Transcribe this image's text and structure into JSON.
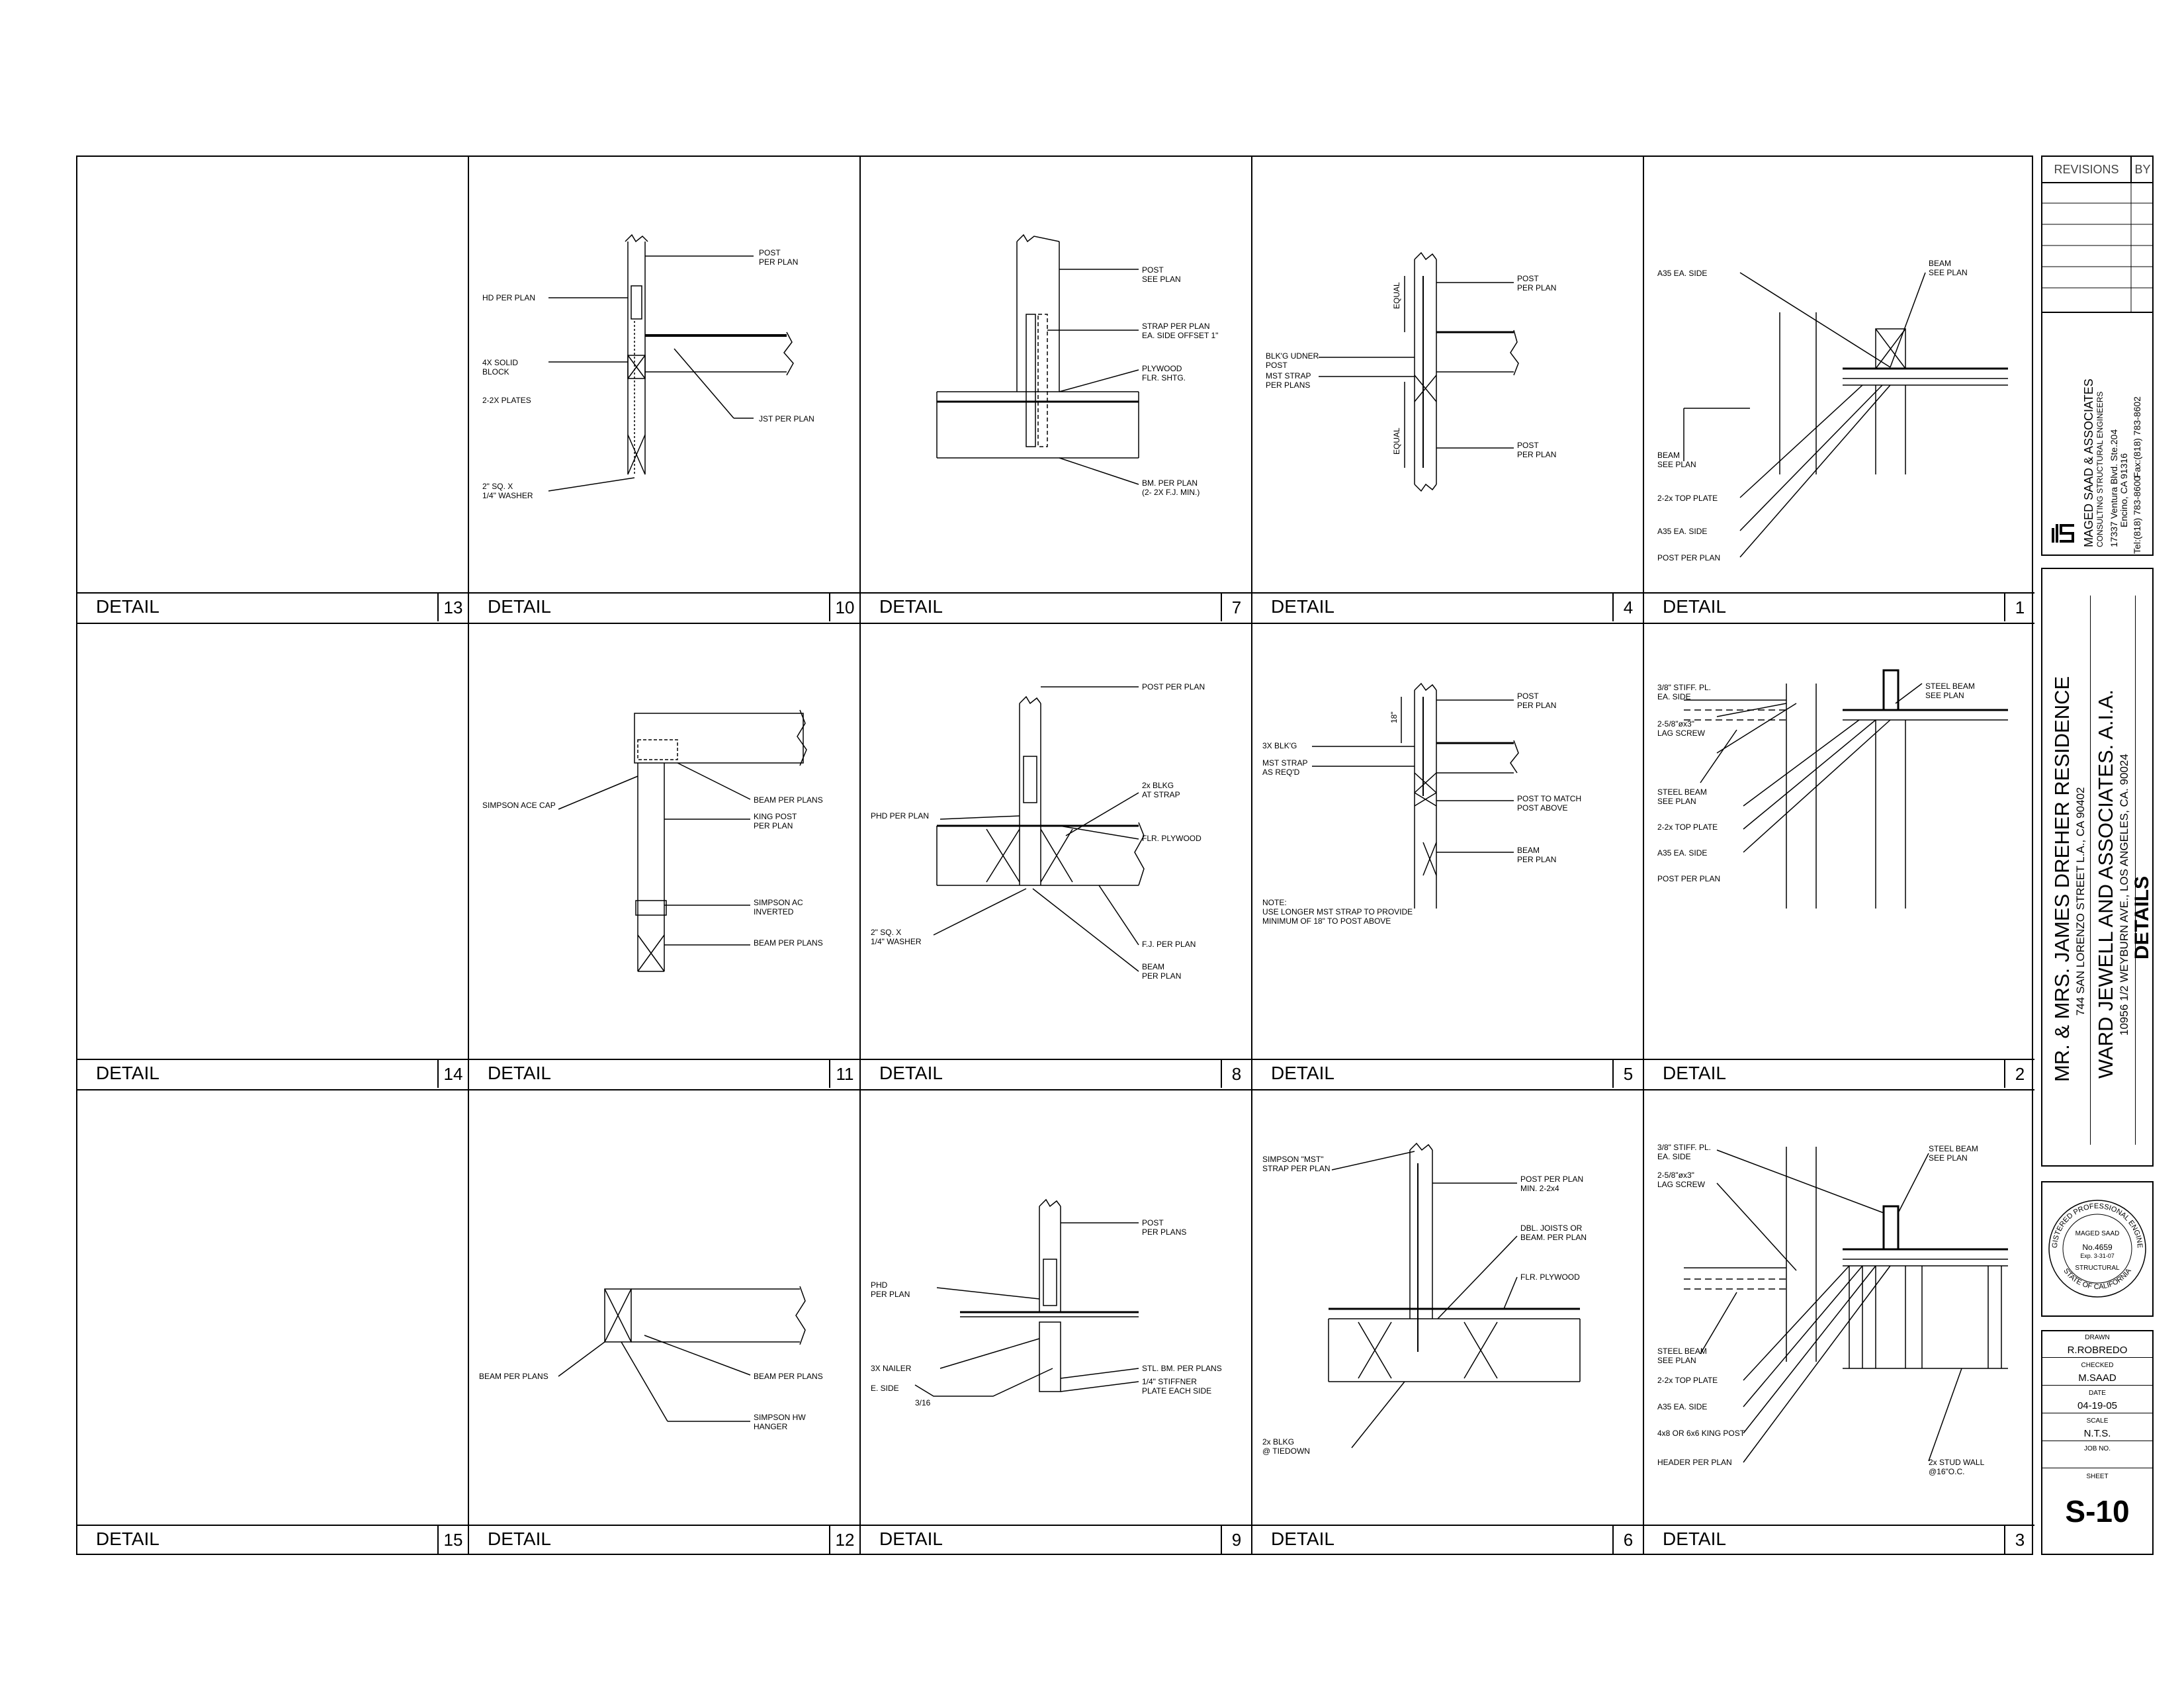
{
  "details": {
    "row1": [
      {
        "label": "DETAIL",
        "number": "13"
      },
      {
        "label": "DETAIL",
        "number": "10"
      },
      {
        "label": "DETAIL",
        "number": "7"
      },
      {
        "label": "DETAIL",
        "number": "4"
      },
      {
        "label": "DETAIL",
        "number": "1"
      }
    ],
    "row2": [
      {
        "label": "DETAIL",
        "number": "14"
      },
      {
        "label": "DETAIL",
        "number": "11"
      },
      {
        "label": "DETAIL",
        "number": "8"
      },
      {
        "label": "DETAIL",
        "number": "5"
      },
      {
        "label": "DETAIL",
        "number": "2"
      }
    ],
    "row3": [
      {
        "label": "DETAIL",
        "number": "15"
      },
      {
        "label": "DETAIL",
        "number": "12"
      },
      {
        "label": "DETAIL",
        "number": "9"
      },
      {
        "label": "DETAIL",
        "number": "6"
      },
      {
        "label": "DETAIL",
        "number": "3"
      }
    ]
  },
  "notes": {
    "d10": [
      "POST",
      "PER PLAN",
      "HD PER PLAN",
      "4X SOLID",
      "BLOCK",
      "2-2X PLATES",
      "JST PER PLAN",
      "2\" SQ. X",
      "1/4\" WASHER"
    ],
    "d7": [
      "POST",
      "SEE PLAN",
      "STRAP PER PLAN",
      "EA. SIDE OFFSET 1\"",
      "PLYWOOD",
      "FLR. SHTG.",
      "BM. PER PLAN",
      "(2- 2X F.J. MIN.)"
    ],
    "d4": [
      "POST",
      "PER PLAN",
      "EQUAL",
      "BLK'G UDNER",
      "POST",
      "MST STRAP",
      "PER PLANS",
      "EQUAL",
      "POST",
      "PER PLAN"
    ],
    "d1": [
      "A35 EA. SIDE",
      "BEAM",
      "SEE PLAN",
      "BEAM",
      "SEE PLAN",
      "2-2x TOP PLATE",
      "A35 EA. SIDE",
      "POST PER PLAN"
    ],
    "d11": [
      "SIMPSON ACE CAP",
      "BEAM PER PLANS",
      "KING POST",
      "PER PLAN",
      "SIMPSON AC",
      "INVERTED",
      "BEAM PER PLANS"
    ],
    "d8": [
      "POST PER PLAN",
      "2x BLKG",
      "AT STRAP",
      "PHD PER PLAN",
      "FLR. PLYWOOD",
      "2\" SQ. X",
      "1/4\" WASHER",
      "F.J. PER PLAN",
      "BEAM",
      "PER PLAN"
    ],
    "d5": [
      "POST",
      "PER PLAN",
      "18\"",
      "3X BLK'G",
      "MST STRAP",
      "AS REQ'D",
      "POST TO MATCH",
      "POST ABOVE",
      "BEAM",
      "PER PLAN",
      "NOTE:",
      "USE LONGER MST STRAP TO PROVIDE",
      "MINIMUM OF 18\" TO POST ABOVE"
    ],
    "d2": [
      "3/8\" STIFF. PL.",
      "EA. SIDE",
      "2-5/8\"øx3\"",
      "LAG SCREW",
      "STEEL BEAM",
      "SEE PLAN",
      "STEEL BEAM",
      "SEE PLAN",
      "2-2x TOP PLATE",
      "A35 EA. SIDE",
      "POST PER PLAN"
    ],
    "d12": [
      "BEAM PER PLANS",
      "BEAM PER PLANS",
      "SIMPSON HW",
      "HANGER"
    ],
    "d9": [
      "POST",
      "PER PLANS",
      "PHD",
      "PER PLAN",
      "3X NAILER",
      "STL. BM. PER PLANS",
      "1/4\" STIFFNER",
      "PLATE EACH SIDE",
      "E. SIDE",
      "3/16"
    ],
    "d6": [
      "SIMPSON \"MST\"",
      "STRAP PER PLAN",
      "POST PER PLAN",
      "MIN. 2-2x4",
      "DBL. JOISTS OR",
      "BEAM. PER PLAN",
      "FLR. PLYWOOD",
      "2x BLKG",
      "@ TIEDOWN"
    ],
    "d3": [
      "3/8\" STIFF. PL.",
      "EA. SIDE",
      "2-5/8\"øx3\"",
      "LAG SCREW",
      "STEEL BEAM",
      "SEE PLAN",
      "STEEL BEAM",
      "SEE PLAN",
      "2-2x TOP PLATE",
      "A35 EA. SIDE",
      "4x8 OR 6x6 KING POST",
      "HEADER PER PLAN",
      "2x STUD WALL",
      "@16\"O.C."
    ]
  },
  "titleblock": {
    "revisions_header": "REVISIONS",
    "by_header": "BY",
    "firm_name": "MAGED SAAD & ASSOCIATES",
    "firm_sub": "CONSULTING STRUCTURAL ENGINEERS",
    "firm_addr1": "17337 Ventura Blvd. Ste.204",
    "firm_addr2": "Encino, CA 91316",
    "firm_tel": "Tel:(818) 783-8600",
    "firm_fax": "Fax:(818) 783-8602",
    "project_name": "MR. & MRS. JAMES DREHER  RESIDENCE",
    "project_addr": "744 SAN LORENZO STREET L.A., CA 90402",
    "architect": "WARD JEWELL AND ASSOCIATES. A.I.A.",
    "architect_addr": "10956 1/2 WEYBURN AVE., LOS ANGELES, CA. 90024",
    "sheet_title": "DETAILS",
    "stamp_outer": "REGISTERED PROFESSIONAL ENGINEER",
    "stamp_name": "MAGED SAAD",
    "stamp_no": "No.4659",
    "stamp_exp": "Exp. 3-31-07",
    "stamp_type": "STRUCTURAL",
    "stamp_state": "STATE OF CALIFORNIA",
    "drawn_label": "DRAWN",
    "drawn_value": "R.ROBREDO",
    "checked_label": "CHECKED",
    "checked_value": "M.SAAD",
    "date_label": "DATE",
    "date_value": "04-19-05",
    "scale_label": "SCALE",
    "scale_value": "N.T.S.",
    "job_label": "JOB NO.",
    "job_value": "",
    "sheet_label": "SHEET",
    "sheet_number": "S-10"
  }
}
